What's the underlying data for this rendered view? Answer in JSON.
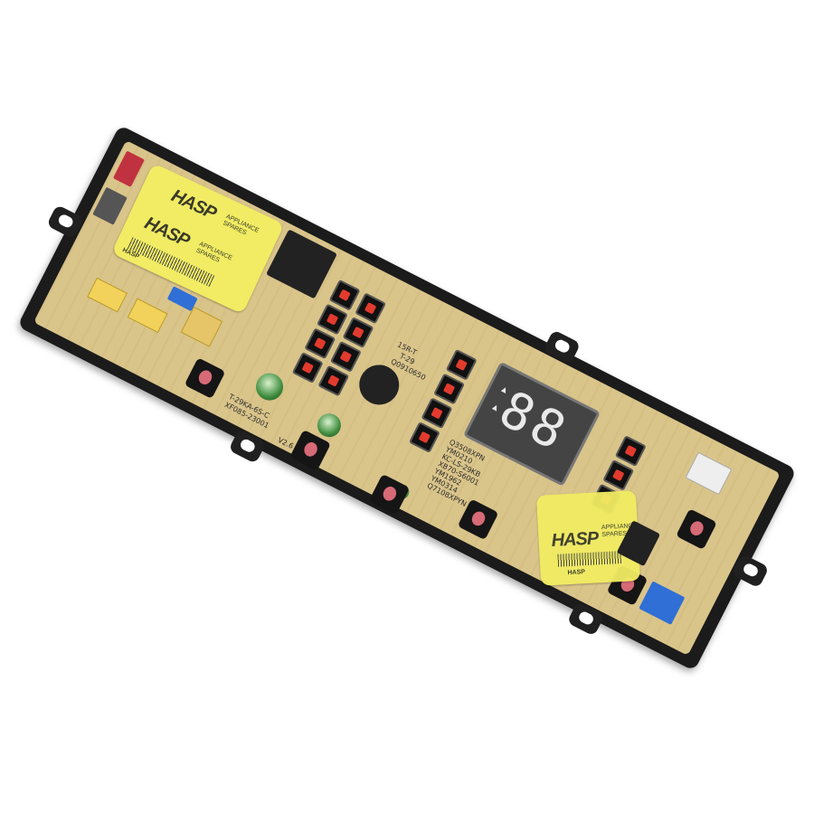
{
  "image": {
    "subject": "Washing machine control PCB (display / control board)",
    "background": "#ffffff"
  },
  "stickers": [
    {
      "brand": "HASP",
      "subtitle": "APPLIANCE SPARES",
      "brand_small": "HASP"
    },
    {
      "brand": "HASP",
      "subtitle": "APPLIANCE SPARES",
      "brand_small": "HASP"
    },
    {
      "brand": "HASP",
      "subtitle": "APPLIANCE SPARES",
      "brand_small": "HASP"
    }
  ],
  "display": {
    "digits": "88",
    "indicators": [
      "▲",
      "▲"
    ]
  },
  "silkscreen": {
    "coil_label": "15R-T",
    "coil_value": "T-29",
    "part_top": "Q0910650",
    "model_lines": [
      "Q3508XPN",
      "YM0210",
      "KC-LS-29KB",
      "XB70-S6001",
      "YM1962",
      "YM0314",
      "Q7108XPYN"
    ],
    "board_left": "T-29KA-6S-C",
    "board_left2": "XF085-23001",
    "version": "V2.6"
  },
  "colors": {
    "pcb": "#d9c48a",
    "frame": "#1b1b1b",
    "sticker": "#f1ec63",
    "led_red": "#e23b2e",
    "tact_pink": "#d76a77",
    "connector_blue": "#2f6fd6",
    "connector_red": "#c0323f"
  }
}
